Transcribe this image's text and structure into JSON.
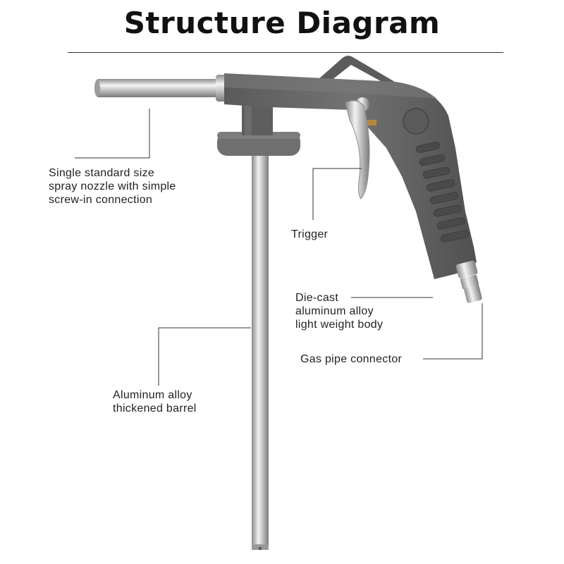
{
  "title": "Structure Diagram",
  "callouts": {
    "nozzle": [
      "Single standard size",
      "spray nozzle with simple",
      "screw-in connection"
    ],
    "trigger": [
      "Trigger"
    ],
    "body": [
      "Die-cast",
      "aluminum alloy",
      "light weight body"
    ],
    "connector": [
      "Gas pipe connector"
    ],
    "barrel": [
      "Aluminum alloy",
      "thickened barrel"
    ]
  },
  "colors": {
    "gun_body": "#6a6a6a",
    "gun_body_dark": "#4f4f4f",
    "metal": "#c9c9c9",
    "leader_lines": "#333333",
    "text": "#222222"
  }
}
